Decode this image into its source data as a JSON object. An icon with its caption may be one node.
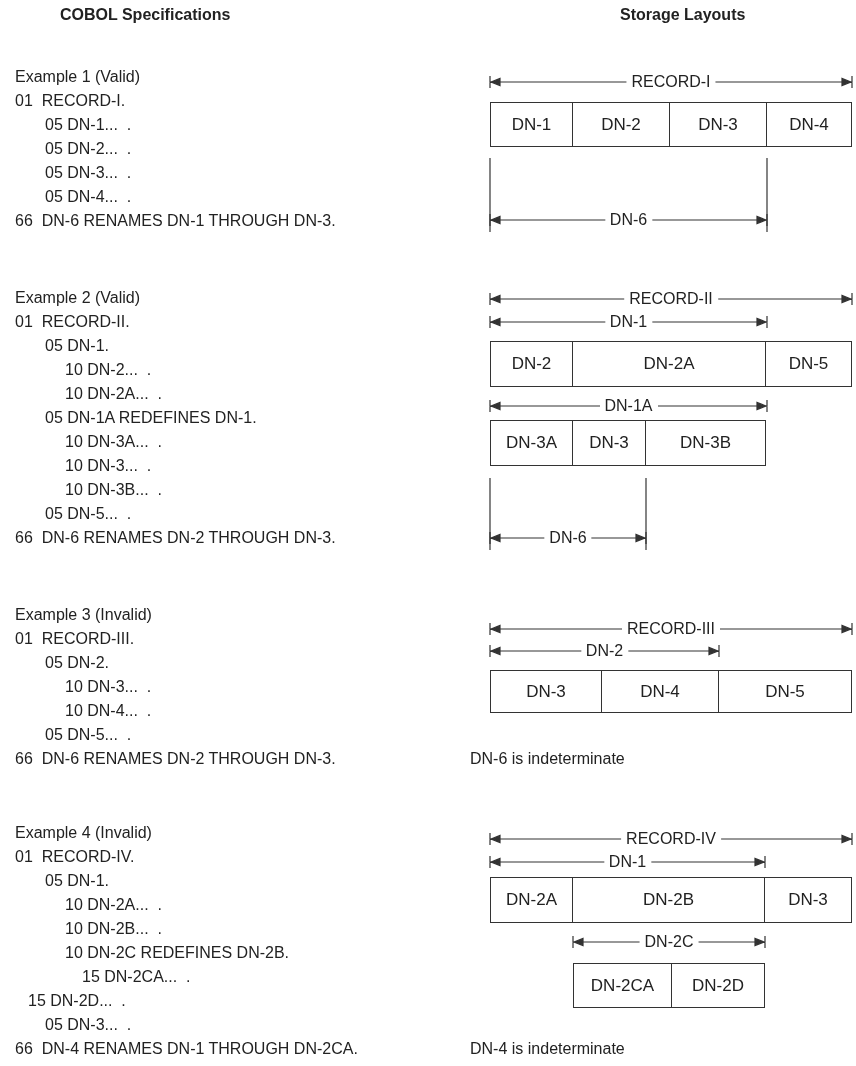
{
  "diagram": {
    "nodes": [
      {
        "text": [
          "DN-1"
        ]
      },
      {
        "text": [
          "DN-2"
        ]
      },
      {
        "text": [
          "DN-3"
        ]
      },
      {
        "text": [
          "DN-4"
        ]
      },
      {
        "text": [
          "DN-2"
        ]
      },
      {
        "text": [
          "DN-2A"
        ]
      },
      {
        "text": [
          "DN-5"
        ]
      },
      {
        "text": [
          "DN-3A"
        ]
      },
      {
        "text": [
          "DN-3"
        ]
      },
      {
        "text": [
          "DN-3B"
        ]
      },
      {
        "text": [
          "DN-3"
        ]
      },
      {
        "text": [
          "DN-4"
        ]
      },
      {
        "text": [
          "DN-5"
        ]
      },
      {
        "text": [
          "DN-2A"
        ]
      },
      {
        "text": [
          "DN-2B"
        ]
      },
      {
        "text": [
          "DN-3"
        ]
      },
      {
        "text": [
          "DN-2CA"
        ]
      },
      {
        "text": [
          "DN-2D"
        ]
      }
    ],
    "labels": [
      "COBOL Specifications",
      "Storage Layouts",
      "Example 1 (Valid)",
      "01  RECORD-I.",
      "05 DN-1...  .",
      "05 DN-2...  .",
      "05 DN-3...  .",
      "05 DN-4...  .",
      "66  DN-6 RENAMES DN-1 THROUGH DN-3.",
      "RECORD-I",
      "DN-6",
      "Example 2 (Valid)",
      "01  RECORD-II.",
      "05 DN-1.",
      "10 DN-2...  .",
      "10 DN-2A...  .",
      "05 DN-1A REDEFINES DN-1.",
      "10 DN-3A...  .",
      "10 DN-3...  .",
      "10 DN-3B...  .",
      "05 DN-5...  .",
      "66  DN-6 RENAMES DN-2 THROUGH DN-3.",
      "RECORD-II",
      "DN-1",
      "DN-1A",
      "DN-6",
      "Example 3 (Invalid)",
      "01  RECORD-III.",
      "05 DN-2.",
      "10 DN-3...  .",
      "10 DN-4...  .",
      "05 DN-5...  .",
      "66  DN-6 RENAMES DN-2 THROUGH DN-3.",
      "DN-6 is indeterminate",
      "RECORD-III",
      "DN-2",
      "Example 4 (Invalid)",
      "01  RECORD-IV.",
      "05 DN-1.",
      "10 DN-2A...  .",
      "10 DN-2B...  .",
      "10 DN-2C REDEFINES DN-2B.",
      "15 DN-2CA...  .",
      "15 DN-2D...  .",
      "05 DN-3...  .",
      "66  DN-4 RENAMES DN-1 THROUGH DN-2CA.",
      "DN-4 is indeterminate",
      "RECORD-IV",
      "DN-1",
      "DN-2C"
    ]
  }
}
